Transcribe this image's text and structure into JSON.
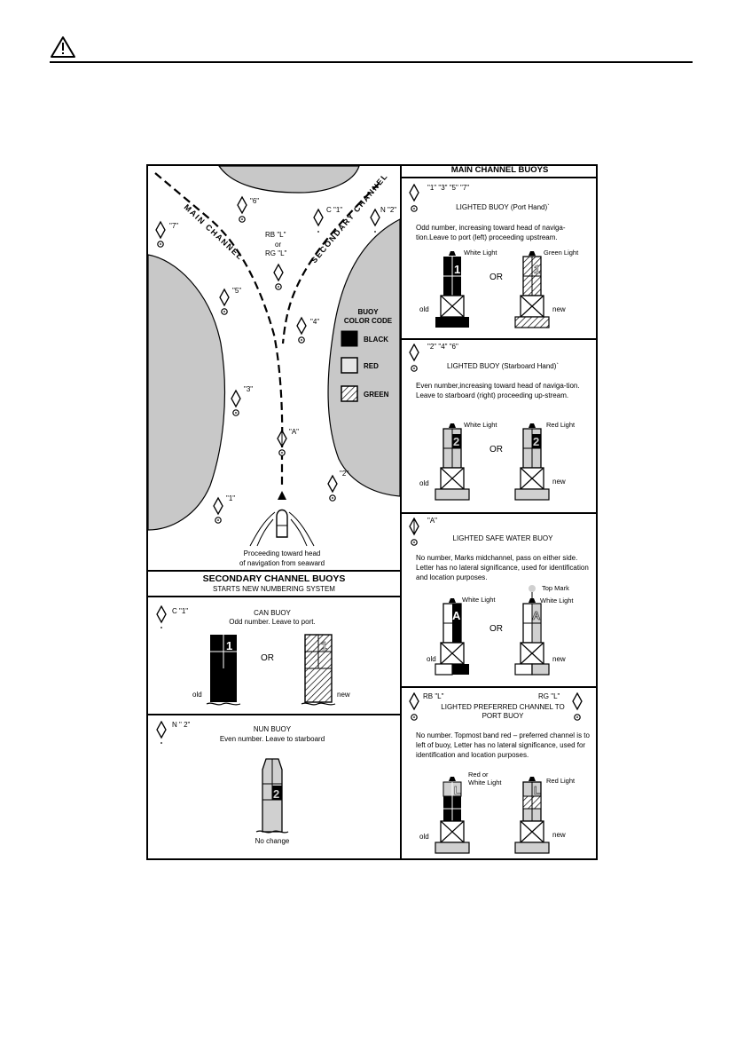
{
  "map": {
    "main_channel_label": "MAIN CHANNEL",
    "secondary_channel_label": "SECONDARY CHANNEL",
    "buoy_labels": {
      "m6": "\"6\"",
      "m7": "\"7\"",
      "m5": "\"5\"",
      "m3": "\"3\"",
      "m1": "\"1\"",
      "mA": "\"A\"",
      "m4": "\"4\"",
      "m2": "\"2\"",
      "c1": "C \"1\"",
      "n2": "N \"2\"",
      "rb": "RB  \"L\"",
      "or": "or",
      "rg": "RG  \"L\""
    },
    "color_code": {
      "title_line1": "BUOY",
      "title_line2": "COLOR CODE",
      "items": [
        "BLACK",
        "RED",
        "GREEN"
      ]
    },
    "proceeding_caption": [
      "Proceeding toward head",
      "of navigation from seaward"
    ]
  },
  "secondary": {
    "title": "SECONDARY CHANNEL BUOYS",
    "subtitle": "STARTS NEW NUMBERING SYSTEM",
    "can": {
      "marker": "C  \"1\"",
      "title": "CAN  BUOY",
      "desc": "Odd number.  Leave to port.",
      "or": "OR",
      "old": "old",
      "new": "new",
      "number": "1"
    },
    "nun": {
      "marker": "N   \" 2\"",
      "title": "NUN BUOY",
      "desc": "Even number.  Leave to starboard",
      "note": "No change",
      "number": "2"
    }
  },
  "main": {
    "title": "MAIN CHANNEL BUOYS",
    "port": {
      "marker": "\"1\"  \"3\"  \"5\"  \"7\"",
      "title": "LIGHTED BUOY (Port Hand)`",
      "desc": "Odd number, increasing toward head of naviga-tion.Leave to port (left) proceeding upstream.",
      "light_left": "White Light",
      "light_right": "Green Light",
      "or": "OR",
      "old": "old",
      "new": "new",
      "number": "1"
    },
    "starboard": {
      "marker": "\"2\"  \"4\"  \"6\"",
      "title": "LIGHTED BUOY (Starboard Hand)`",
      "desc": "Even number,increasing toward head of naviga-tion. Leave to  starboard  (right) proceeding up-stream.",
      "light_left": "White Light",
      "light_right": "Red Light",
      "or": "OR",
      "old": "old",
      "new": "new",
      "number": "2"
    },
    "safe": {
      "marker": "\"A\"",
      "title": "LIGHTED SAFE WATER BUOY",
      "desc": "No  number,  Marks  midchannel,  pass  on  either side. Letter has no lateral significance, used for identification and location purposes.",
      "top_mark": "Top Mark",
      "light_left": "White Light",
      "light_right": "White Light",
      "or": "OR",
      "old": "old",
      "new": "new",
      "letter": "A"
    },
    "preferred": {
      "marker_left": "RB  \"L\"",
      "marker_right": "RG  \"L\"",
      "title_line1": "LIGHTED PREFERRED CHANNEL TO",
      "title_line2": "PORT BUOY",
      "desc": "No  number.  Topmost band red –  preferred channel is to left of buoy, Letter has no lateral significance, used for identification and location purposes.",
      "light_left": "Red or\nWhite Light",
      "light_left_1": "Red or",
      "light_left_2": "White Light",
      "light_right": "Red Light",
      "old": "old",
      "new": "new",
      "letter": "L"
    }
  },
  "colors": {
    "black": "#000000",
    "red_fill": "#d0d0d0",
    "land": "#c8c8c8"
  }
}
